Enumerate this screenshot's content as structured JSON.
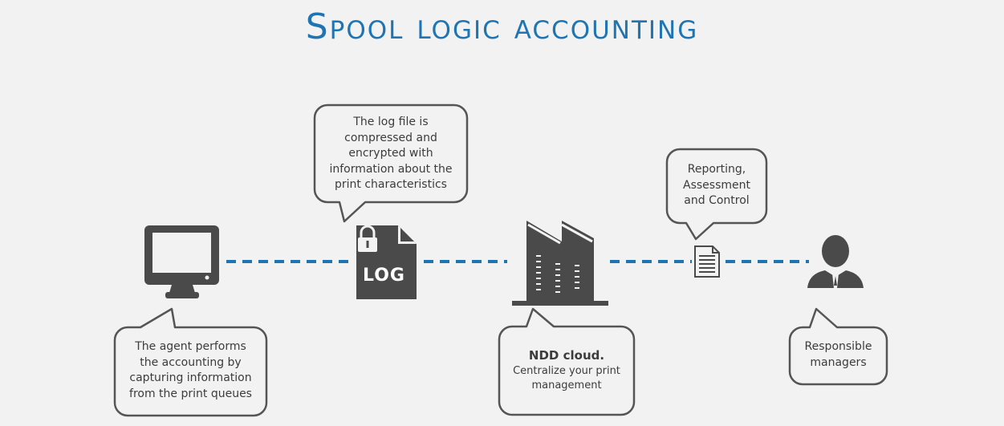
{
  "title": "Spool logic accounting",
  "nodes": {
    "computer": {
      "icon": "monitor-icon"
    },
    "log": {
      "icon": "log-file-lock-icon",
      "label": "LOG"
    },
    "cloud": {
      "icon": "factory-building-icon"
    },
    "report": {
      "icon": "document-icon"
    },
    "manager": {
      "icon": "user-manager-icon"
    }
  },
  "bubbles": {
    "agent": [
      "The agent performs",
      "the accounting by",
      "capturing information",
      "from the print queues"
    ],
    "log": [
      "The log file is",
      "compressed and",
      "encrypted with",
      "information about the",
      "print characteristics"
    ],
    "cloud": {
      "heading": "NDD cloud.",
      "lines": [
        "Centralize your print",
        "management"
      ]
    },
    "reporting": [
      "Reporting,",
      "Assessment",
      "and Control"
    ],
    "managers": [
      "Responsible",
      "managers"
    ]
  },
  "colors": {
    "title": "#1f75b4",
    "connector": "#1f75b4",
    "icon": "#4a4a4a",
    "bubble_border": "#555555"
  }
}
